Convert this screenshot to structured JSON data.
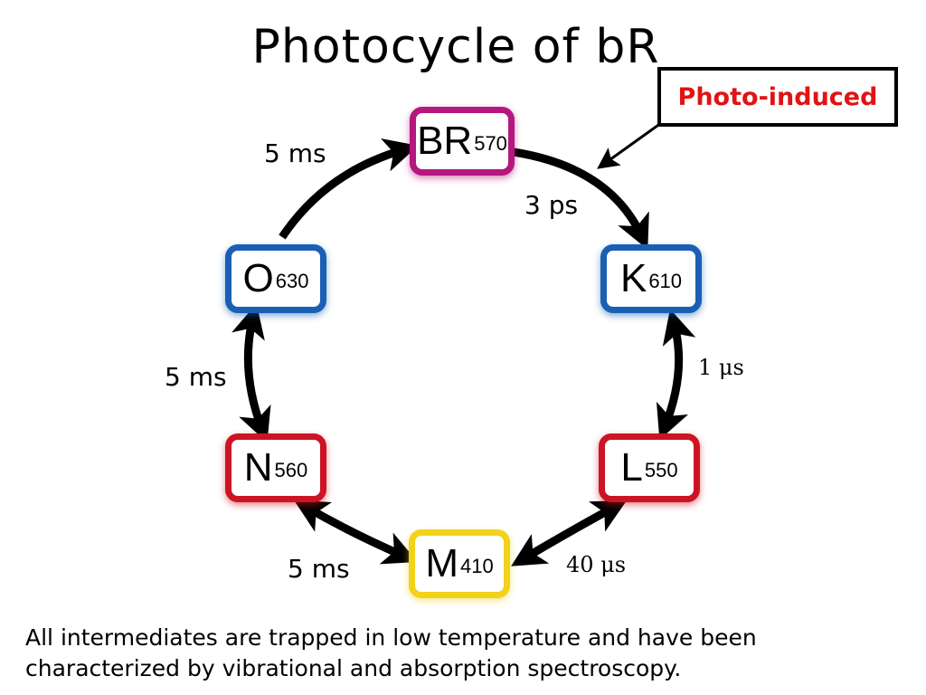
{
  "title": "Photocycle of bR",
  "callout": {
    "label": "Photo-induced"
  },
  "states": [
    {
      "id": "br",
      "symbol": "BR",
      "wavelength": "570",
      "border_color": "#b5177f"
    },
    {
      "id": "k",
      "symbol": "K",
      "wavelength": "610",
      "border_color": "#1a5fb4"
    },
    {
      "id": "l",
      "symbol": "L",
      "wavelength": "550",
      "border_color": "#cc1424"
    },
    {
      "id": "m",
      "symbol": "M",
      "wavelength": "410",
      "border_color": "#f2d21a"
    },
    {
      "id": "n",
      "symbol": "N",
      "wavelength": "560",
      "border_color": "#cc1424"
    },
    {
      "id": "o",
      "symbol": "O",
      "wavelength": "630",
      "border_color": "#1a5fb4"
    }
  ],
  "rates": {
    "br_to_k": "3 ps",
    "k_to_l": "1 μs",
    "l_to_m": "40 μs",
    "m_to_n": "5 ms",
    "n_to_o": "5 ms",
    "o_to_br": "5 ms"
  },
  "footnote": "All intermediates are trapped in low temperature and have been characterized by vibrational and absorption spectroscopy."
}
